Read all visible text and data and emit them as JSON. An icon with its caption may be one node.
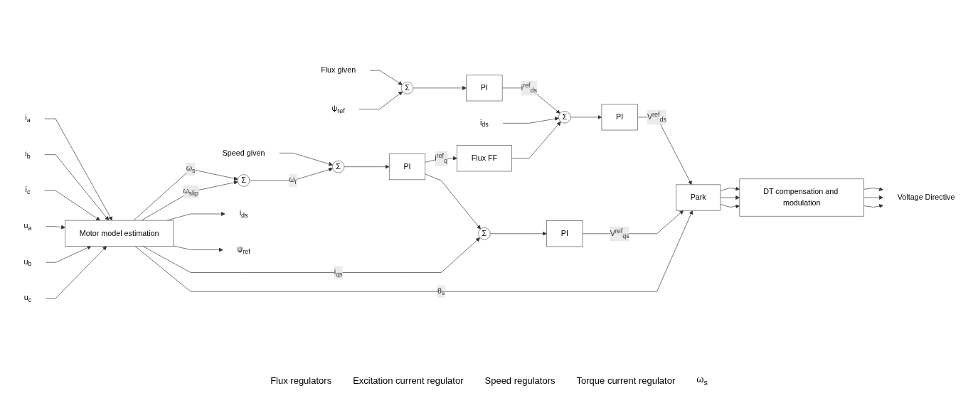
{
  "diagram": {
    "nodes": [
      {
        "text": [
          "Flux given"
        ]
      },
      {
        "text": [
          "ψ$_{ref}$"
        ]
      },
      {
        "text": [
          "Σ"
        ]
      },
      {
        "text": [
          "PI"
        ]
      },
      {
        "text": [
          "i$_{ds}$"
        ]
      },
      {
        "text": [
          "Σ"
        ]
      },
      {
        "text": [
          "PI"
        ]
      },
      {
        "text": [
          "Flux FF"
        ]
      },
      {
        "text": [
          "Park"
        ]
      },
      {
        "text": [
          "DT compensation and modulation"
        ]
      },
      {
        "text": [
          "Voltage Directive"
        ]
      },
      {
        "text": [
          "Speed given"
        ]
      },
      {
        "text": [
          "Σ"
        ]
      },
      {
        "text": [
          "PI"
        ]
      },
      {
        "text": [
          "Σ"
        ]
      },
      {
        "text": [
          "PI"
        ]
      },
      {
        "text": [
          "Σ"
        ]
      },
      {
        "text": [
          "Motor model estimation"
        ]
      },
      {
        "text": [
          "i$_{ds}$"
        ]
      },
      {
        "text": [
          "ψ$_{ref}$"
        ]
      },
      {
        "text": [
          "i$_{a}$"
        ]
      },
      {
        "text": [
          "i$_{b}$"
        ]
      },
      {
        "text": [
          "i$_{c}$"
        ]
      },
      {
        "text": [
          "u$_{a}$"
        ]
      },
      {
        "text": [
          "u$_{b}$"
        ]
      },
      {
        "text": [
          "u$_{c}$"
        ]
      }
    ],
    "edges": [
      {
        "from": 0,
        "to": 2,
        "arrow": "to"
      },
      {
        "from": 1,
        "to": 2,
        "arrow": "to"
      },
      {
        "from": 2,
        "to": 3,
        "arrow": "to"
      },
      {
        "from": 3,
        "to": 5,
        "arrow": "to",
        "label": "i$^{ref}$$_{ds}$"
      },
      {
        "from": 4,
        "to": 5,
        "arrow": "to"
      },
      {
        "from": 7,
        "to": 5,
        "arrow": "to"
      },
      {
        "from": 5,
        "to": 6,
        "arrow": "to"
      },
      {
        "from": 6,
        "to": 8,
        "arrow": "to",
        "label": "V$^{ref}$$_{ds}$"
      },
      {
        "from": 11,
        "to": 12,
        "arrow": "to"
      },
      {
        "from": 12,
        "to": 13,
        "arrow": "to"
      },
      {
        "from": 13,
        "to": 14,
        "arrow": "to"
      },
      {
        "from": 13,
        "to": 7,
        "arrow": "to",
        "label": "i$^{ref}$$_{q}$"
      },
      {
        "from": 14,
        "to": 15,
        "arrow": "to"
      },
      {
        "from": 15,
        "to": 8,
        "arrow": "to",
        "label": "V$^{ref}$$_{qs}$"
      },
      {
        "from": 8,
        "to": 9,
        "arrow": "to"
      },
      {
        "from": 8,
        "to": 9,
        "arrow": "to"
      },
      {
        "from": 8,
        "to": 9,
        "arrow": "to"
      },
      {
        "from": 9,
        "to": 10,
        "arrow": "to"
      },
      {
        "from": 9,
        "to": 10,
        "arrow": "to"
      },
      {
        "from": 9,
        "to": 10,
        "arrow": "to"
      },
      {
        "from": 16,
        "to": 12,
        "arrow": "to",
        "label": "ω$_{r}$"
      },
      {
        "from": 17,
        "to": 8,
        "arrow": "to",
        "label": "θ$_{s}$"
      },
      {
        "from": 17,
        "to": 14,
        "arrow": "to",
        "label": "i$_{qs}$"
      },
      {
        "from": 17,
        "to": 18,
        "arrow": "to"
      },
      {
        "from": 17,
        "to": 19,
        "arrow": "to"
      },
      {
        "from": 17,
        "to": 16,
        "arrow": "to",
        "label": "ω$_{s}$"
      },
      {
        "from": 17,
        "to": 16,
        "arrow": "to",
        "label": "ω$_{slip}$"
      },
      {
        "from": 20,
        "to": 17,
        "arrow": "to"
      },
      {
        "from": 21,
        "to": 17,
        "arrow": "to"
      },
      {
        "from": 22,
        "to": 17,
        "arrow": "to"
      },
      {
        "from": 23,
        "to": 17,
        "arrow": "to"
      },
      {
        "from": 24,
        "to": 17,
        "arrow": "to"
      },
      {
        "from": 25,
        "to": 17,
        "arrow": "to"
      }
    ],
    "labels": [
      "Flux regulators",
      "Excitation current regulator",
      "Speed regulators",
      "Torque current regulator",
      "ω$_{s}$"
    ]
  }
}
